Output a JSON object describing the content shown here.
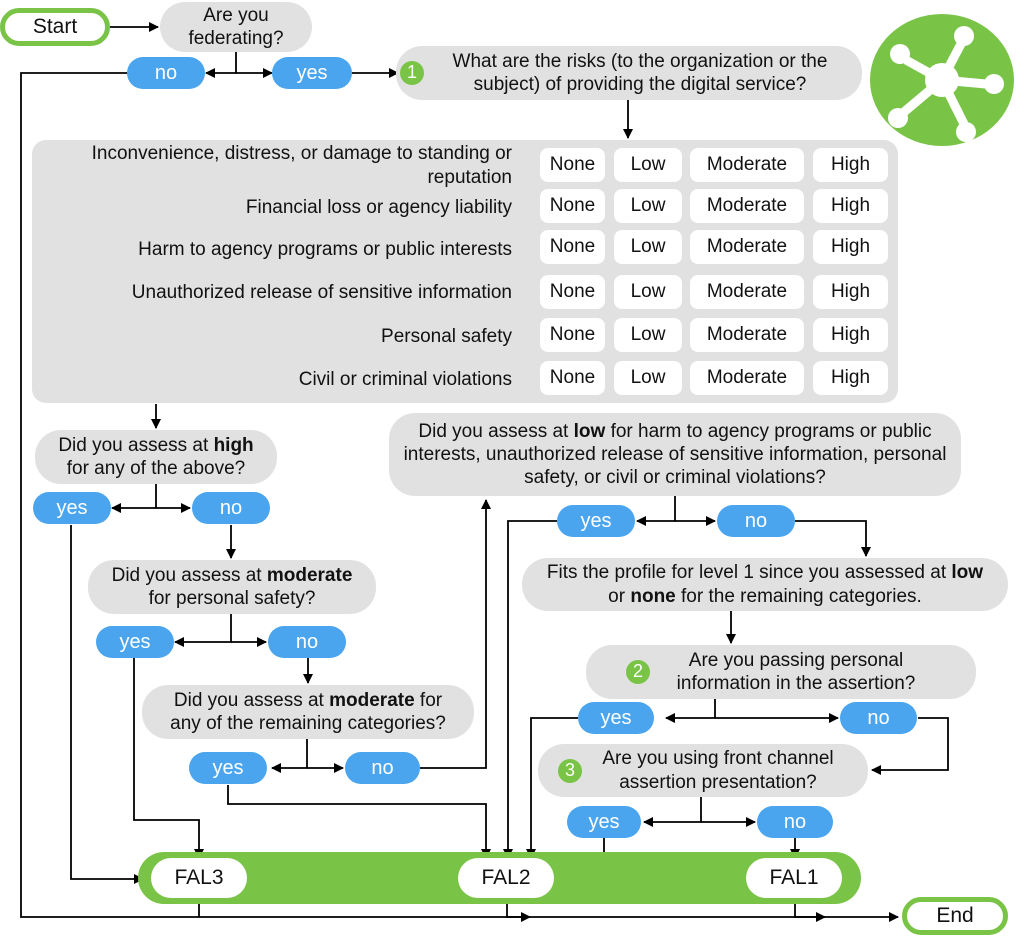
{
  "title": "Federation Assurance Level (FAL) selection flowchart",
  "colors": {
    "accent_green": "#79c447",
    "answer_blue": "#4aa5ee",
    "question_gray": "#e1e1e1",
    "line": "#000000"
  },
  "logo": {
    "icon": "network-hub-icon"
  },
  "start": {
    "label": "Start"
  },
  "end": {
    "label": "End"
  },
  "q_federating": {
    "text": "Are you federating?",
    "no": "no",
    "yes": "yes"
  },
  "step1": {
    "badge": "1",
    "text": "What are the risks (to the organization or the subject) of providing the digital service?"
  },
  "risk_table": {
    "levels": [
      "None",
      "Low",
      "Moderate",
      "High"
    ],
    "categories": [
      "Inconvenience, distress, or damage to standing or reputation",
      "Financial loss or agency liability",
      "Harm to agency programs or public interests",
      "Unauthorized release of sensitive information",
      "Personal safety",
      "Civil or criminal violations"
    ]
  },
  "q_high": {
    "pre": "Did you assess at ",
    "bold": "high",
    "post": " for any of the above?",
    "yes": "yes",
    "no": "no"
  },
  "q_mod_safety": {
    "pre": "Did you assess at ",
    "bold": "moderate",
    "post": " for personal safety?",
    "yes": "yes",
    "no": "no"
  },
  "q_mod_remaining": {
    "pre": "Did you assess at ",
    "bold": "moderate",
    "post": " for any of the remaining categories?",
    "yes": "yes",
    "no": "no"
  },
  "q_low": {
    "pre": "Did you assess at ",
    "bold": "low",
    "post": " for harm to agency programs or public interests, unauthorized release of sensitive information, personal safety, or civil or criminal violations?",
    "yes": "yes",
    "no": "no"
  },
  "level1_profile": {
    "pre": "Fits the profile for level 1 since you assessed at ",
    "bold1": "low",
    "mid": " or ",
    "bold2": "none",
    "post": " for the remaining categories."
  },
  "step2": {
    "badge": "2",
    "text": "Are you passing personal information in the assertion?",
    "yes": "yes",
    "no": "no"
  },
  "step3": {
    "badge": "3",
    "text": "Are you using front channel assertion presentation?",
    "yes": "yes",
    "no": "no"
  },
  "outcomes": {
    "fal3": "FAL3",
    "fal2": "FAL2",
    "fal1": "FAL1"
  }
}
